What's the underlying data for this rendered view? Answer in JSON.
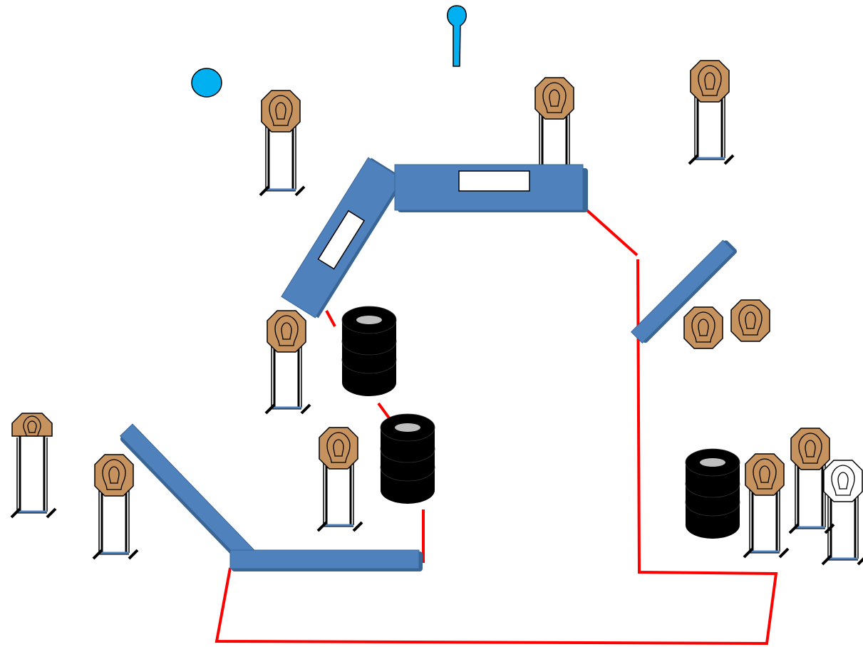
{
  "colors": {
    "background": "#ffffff",
    "fault_line": "#ff0000",
    "barricade": "#4f81bd",
    "barricade_edge": "#3a6696",
    "window": "#ffffff",
    "target_cardboard": "#c6925e",
    "no_shoot_target": "#ffffff",
    "tire": "#000000",
    "tire_hole": "#bfbfbf",
    "stand": "#000000",
    "stand_base_accent": "#4f81bd",
    "steel_plate": "#00b0f0"
  },
  "legend": {},
  "elements": {
    "steel_plates": [
      {
        "kind": "round-plate",
        "icon": "round-steel-plate-icon"
      },
      {
        "kind": "popper",
        "icon": "popper-steel-icon"
      }
    ],
    "paper_targets_on_stands": 9,
    "free_standing_targets": 2,
    "no_shoot_targets": 1,
    "tire_stacks": 3,
    "barricades": 5,
    "windows": 2
  }
}
